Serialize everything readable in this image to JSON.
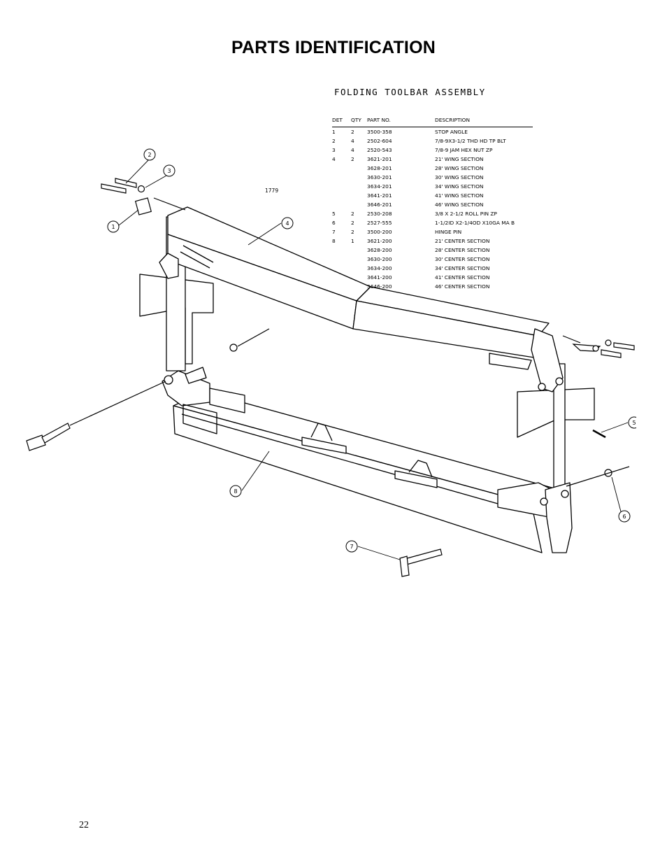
{
  "page": {
    "title": "PARTS IDENTIFICATION",
    "page_number": "22"
  },
  "drawing": {
    "title": "FOLDING TOOLBAR ASSEMBLY",
    "drawing_code": "1779",
    "callouts": [
      "1",
      "2",
      "3",
      "4",
      "5",
      "6",
      "7",
      "8"
    ]
  },
  "parts_table": {
    "headers": {
      "det": "DET",
      "qty": "QTY",
      "part": "PART NO.",
      "desc": "DESCRIPTION"
    },
    "rows": [
      {
        "det": "1",
        "qty": "2",
        "part": "3500-358",
        "desc": "STOP ANGLE"
      },
      {
        "det": "2",
        "qty": "4",
        "part": "2502-604",
        "desc": "7/8-9X3-1/2 THD HD TP BLT"
      },
      {
        "det": "3",
        "qty": "4",
        "part": "2520-543",
        "desc": "7/8-9 JAM HEX NUT ZP"
      },
      {
        "det": "4",
        "qty": "2",
        "part": "3621-201",
        "desc": "21' WING SECTION"
      },
      {
        "det": "",
        "qty": "",
        "part": "3628-201",
        "desc": "28' WING SECTION"
      },
      {
        "det": "",
        "qty": "",
        "part": "3630-201",
        "desc": "30' WING SECTION"
      },
      {
        "det": "",
        "qty": "",
        "part": "3634-201",
        "desc": "34' WING SECTION"
      },
      {
        "det": "",
        "qty": "",
        "part": "3641-201",
        "desc": "41' WING SECTION"
      },
      {
        "det": "",
        "qty": "",
        "part": "3646-201",
        "desc": "46' WING SECTION"
      },
      {
        "det": "5",
        "qty": "2",
        "part": "2530-208",
        "desc": "3/8 X 2-1/2 ROLL PIN ZP"
      },
      {
        "det": "6",
        "qty": "2",
        "part": "2527-555",
        "desc": "1-1/2ID X2-1/4OD X10GA MA B"
      },
      {
        "det": "7",
        "qty": "2",
        "part": "3500-200",
        "desc": "HINGE PIN"
      },
      {
        "det": "8",
        "qty": "1",
        "part": "3621-200",
        "desc": "21' CENTER SECTION"
      },
      {
        "det": "",
        "qty": "",
        "part": "3628-200",
        "desc": "28' CENTER SECTION"
      },
      {
        "det": "",
        "qty": "",
        "part": "3630-200",
        "desc": "30' CENTER SECTION"
      },
      {
        "det": "",
        "qty": "",
        "part": "3634-200",
        "desc": "34' CENTER SECTION"
      },
      {
        "det": "",
        "qty": "",
        "part": "3641-200",
        "desc": "41' CENTER SECTION"
      },
      {
        "det": "",
        "qty": "",
        "part": "3646-200",
        "desc": "46' CENTER SECTION"
      }
    ]
  }
}
